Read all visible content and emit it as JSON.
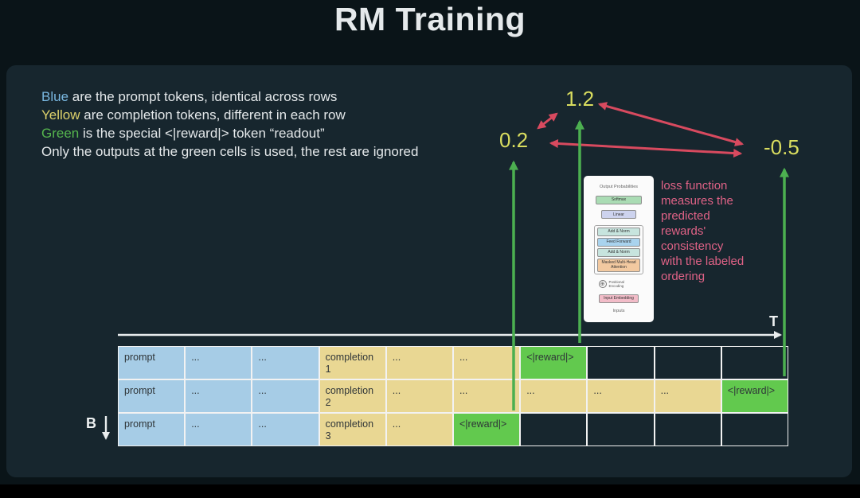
{
  "title": "RM Training",
  "legend": {
    "blue": {
      "keyword": "Blue",
      "rest": " are the prompt tokens, identical across rows"
    },
    "yellow": {
      "keyword": "Yellow",
      "rest": " are completion tokens, different in each row"
    },
    "green": {
      "keyword": "Green",
      "rest": " is the special <|reward|> token “readout”"
    },
    "note": "Only the outputs at the green cells is used, the rest are ignored"
  },
  "rewards": {
    "row1": "1.2",
    "row2": "-0.5",
    "row3": "0.2"
  },
  "loss_note": "loss function measures the predicted rewards' consistency with the labeled ordering",
  "axes": {
    "time": "T",
    "batch": "B"
  },
  "transformer": {
    "output_label": "Output Probabilities",
    "softmax": "Softmax",
    "linear": "Linear",
    "addnorm_top": "Add & Norm",
    "feed_forward": "Feed Forward",
    "addnorm_bottom": "Add & Norm",
    "attention": "Masked Multi-Head Attention",
    "positional": "Positional Encoding",
    "embedding": "Input Embedding",
    "inputs_label": "Inputs"
  },
  "table": {
    "rows": [
      {
        "cells": [
          {
            "text": "prompt",
            "type": "blue"
          },
          {
            "text": "...",
            "type": "blue"
          },
          {
            "text": "...",
            "type": "blue"
          },
          {
            "text": "completion 1",
            "type": "yellow"
          },
          {
            "text": "...",
            "type": "yellow"
          },
          {
            "text": "...",
            "type": "yellow"
          },
          {
            "text": "<|reward|>",
            "type": "green"
          },
          {
            "text": "",
            "type": "empty"
          },
          {
            "text": "",
            "type": "empty"
          },
          {
            "text": "",
            "type": "empty"
          }
        ]
      },
      {
        "cells": [
          {
            "text": "prompt",
            "type": "blue"
          },
          {
            "text": "...",
            "type": "blue"
          },
          {
            "text": "...",
            "type": "blue"
          },
          {
            "text": "completion 2",
            "type": "yellow"
          },
          {
            "text": "...",
            "type": "yellow"
          },
          {
            "text": "...",
            "type": "yellow"
          },
          {
            "text": "...",
            "type": "yellow"
          },
          {
            "text": "...",
            "type": "yellow"
          },
          {
            "text": "...",
            "type": "yellow"
          },
          {
            "text": "<|reward|>",
            "type": "green"
          }
        ]
      },
      {
        "cells": [
          {
            "text": "prompt",
            "type": "blue"
          },
          {
            "text": "...",
            "type": "blue"
          },
          {
            "text": "...",
            "type": "blue"
          },
          {
            "text": "completion 3",
            "type": "yellow"
          },
          {
            "text": "...",
            "type": "yellow"
          },
          {
            "text": "<|reward|>",
            "type": "green"
          },
          {
            "text": "",
            "type": "empty"
          },
          {
            "text": "",
            "type": "empty"
          },
          {
            "text": "",
            "type": "empty"
          },
          {
            "text": "",
            "type": "empty"
          }
        ]
      }
    ]
  },
  "colors": {
    "page_bg": "#0a1418",
    "panel_bg": "#17262e",
    "prompt_blue": "#a6cce6",
    "completion_yellow": "#e9d793",
    "reward_green": "#62c94e",
    "arrow_green": "#4caf50",
    "arrow_red": "#d84a5f",
    "loss_pink": "#df6286",
    "reward_value_yellow": "#d9dd5f"
  }
}
